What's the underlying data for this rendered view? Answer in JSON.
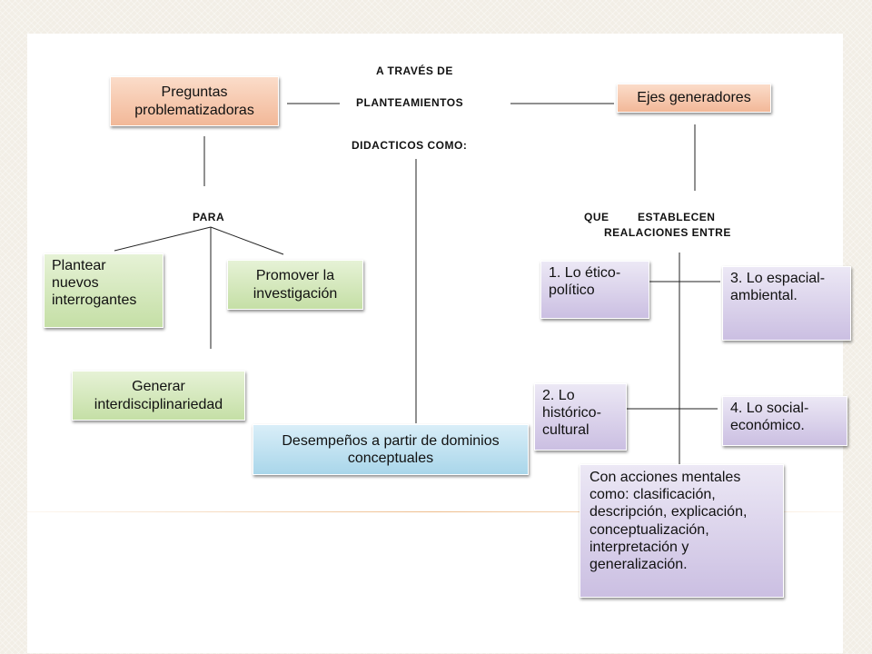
{
  "connectors": {
    "through": "A TRAVÉS DE",
    "approaches": "PLANTEAMIENTOS",
    "didactic": "DIDACTICOS COMO:",
    "para": "PARA",
    "que": "QUE",
    "establecen": "ESTABLECEN",
    "relations": "REALACIONES ENTRE"
  },
  "nodes": {
    "preguntas": "Preguntas problematizadoras",
    "ejes": "Ejes generadores",
    "plantear": "Plantear nuevos interrogantes",
    "promover": "Promover la investigación",
    "generar": "Generar interdisciplinariedad",
    "desempenos": "Desempeños a partir de dominios conceptuales",
    "etico": "1. Lo ético-político",
    "historico": "2. Lo histórico-cultural",
    "espacial": "3. Lo espacial-ambiental.",
    "social": "4. Lo social-económico.",
    "acciones": "Con acciones mentales como: clasificación, descripción, explicación, conceptualización, interpretación y generalización."
  }
}
